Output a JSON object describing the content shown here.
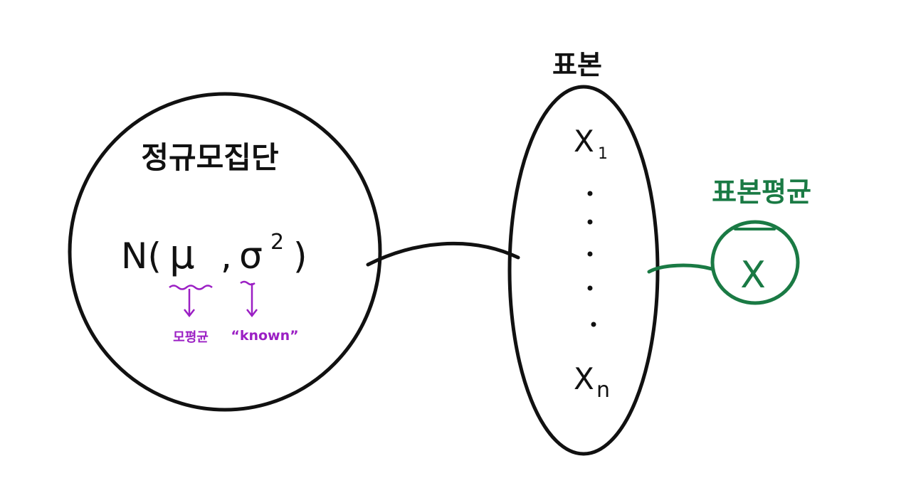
{
  "population": {
    "title": "정규모집단",
    "distribution_prefix": "N(",
    "mu": "μ",
    "comma": ",",
    "sigma": "σ",
    "power": "2",
    "close_paren": ")",
    "mu_annotation": "모평균",
    "sigma_annotation": "“known”"
  },
  "sample": {
    "title": "표본",
    "first_var": "X",
    "first_sub": "1",
    "last_var": "X",
    "last_sub": "n"
  },
  "sample_mean": {
    "title": "표본평균",
    "symbol": "X"
  },
  "colors": {
    "ink": "#111111",
    "annotation": "#9b1fc4",
    "mean": "#1a7a44"
  }
}
